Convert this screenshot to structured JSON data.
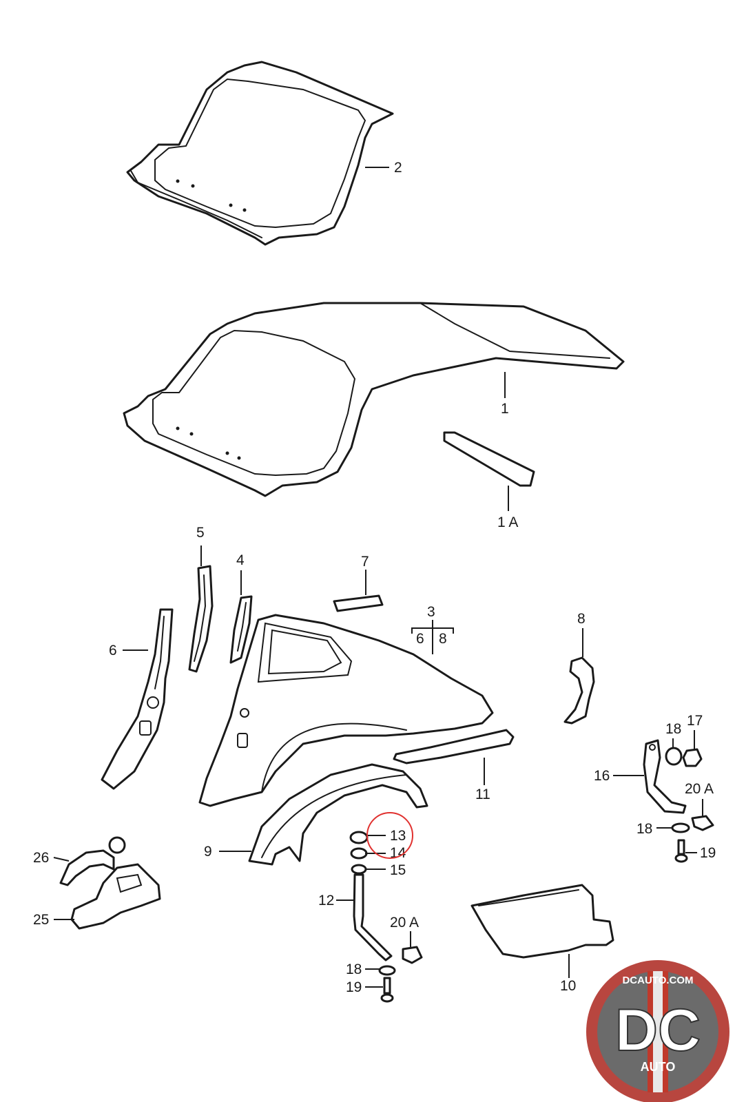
{
  "callouts": {
    "c1": "1",
    "c1a": "1 A",
    "c2": "2",
    "c3": "3",
    "c3_sub6": "6",
    "c3_sub8": "8",
    "c4": "4",
    "c5": "5",
    "c6": "6",
    "c7": "7",
    "c8": "8",
    "c9": "9",
    "c10": "10",
    "c11": "11",
    "c12": "12",
    "c13": "13",
    "c14": "14",
    "c15": "15",
    "c16": "16",
    "c17": "17",
    "c18a": "18",
    "c18b": "18",
    "c18c": "18",
    "c19a": "19",
    "c19b": "19",
    "c20a_right": "20 A",
    "c20a_left": "20 A",
    "c25": "25",
    "c26": "26"
  },
  "highlight": {
    "callout": "13",
    "color": "#e0312f"
  },
  "logo": {
    "site": "DCAUTO.COM",
    "mark": "DC",
    "sub": "AUTO",
    "colors": {
      "outer": "#b8463f",
      "inner": "#5a5a5a",
      "stripe": "#c0392b",
      "letter": "#ffffff"
    }
  }
}
